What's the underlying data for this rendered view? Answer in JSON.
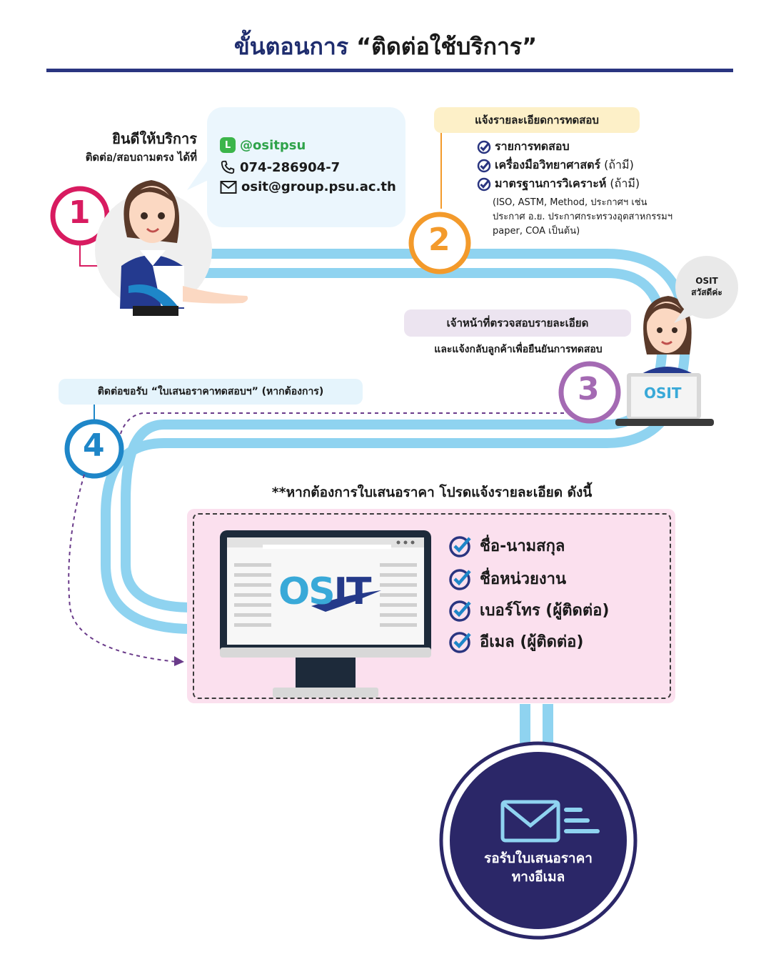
{
  "title": {
    "main": "ขั้นตอนการ",
    "quoted": "“ติดต่อใช้บริการ”"
  },
  "colors": {
    "navy": "#1f2d6e",
    "track": "#8fd3f0",
    "step1": "#d81b60",
    "step2": "#f39a2b",
    "step3": "#a46ab3",
    "step4": "#1e86c8",
    "mail_circle": "#2b2768"
  },
  "step1": {
    "number": "1",
    "welcome_title": "ยินดีให้บริการ",
    "welcome_sub": "ติดต่อ/สอบถามตรง ได้ที่",
    "line_label": "L",
    "line_id": "@ositpsu",
    "phone": "074-286904-7",
    "email": "osit@group.psu.ac.th"
  },
  "step2": {
    "number": "2",
    "heading": "แจ้งรายละเอียดการทดสอบ",
    "items": [
      {
        "text": "รายการทดสอบ",
        "note": ""
      },
      {
        "text": "เครื่องมือวิทยาศาสตร์",
        "note": "(ถ้ามี)"
      },
      {
        "text": "มาตรฐานการวิเคราะห์",
        "note": "(ถ้ามี)"
      }
    ],
    "notes": [
      "(ISO, ASTM, Method, ประกาศฯ เช่น",
      "ประกาศ อ.ย. ประกาศกระทรวงอุตสาหกรรมฯ",
      "paper, COA เป็นต้น)"
    ]
  },
  "step3": {
    "number": "3",
    "heading": "เจ้าหน้าที่ตรวจสอบรายละเอียด",
    "sub": "และแจ้งกลับลูกค้าเพื่อยืนยันการทดสอบ",
    "bubble_line1": "OSIT",
    "bubble_line2": "สวัสดีค่ะ",
    "laptop_logo": "OSIT"
  },
  "step4": {
    "number": "4",
    "heading": "ติดต่อขอรับ “ใบเสนอราคาทดสอบฯ” (หากต้องการ)"
  },
  "info": {
    "title": "**หากต้องการใบเสนอราคา โปรดแจ้งรายละเอียด ดังนี้",
    "logo_o": "OS",
    "logo_it": "IT",
    "items": [
      "ชื่อ-นามสกุล",
      "ชื่อหน่วยงาน",
      "เบอร์โทร (ผู้ติดต่อ)",
      "อีเมล (ผู้ติดต่อ)"
    ]
  },
  "final": {
    "line1": "รอรับใบเสนอราคา",
    "line2": "ทางอีเมล"
  }
}
